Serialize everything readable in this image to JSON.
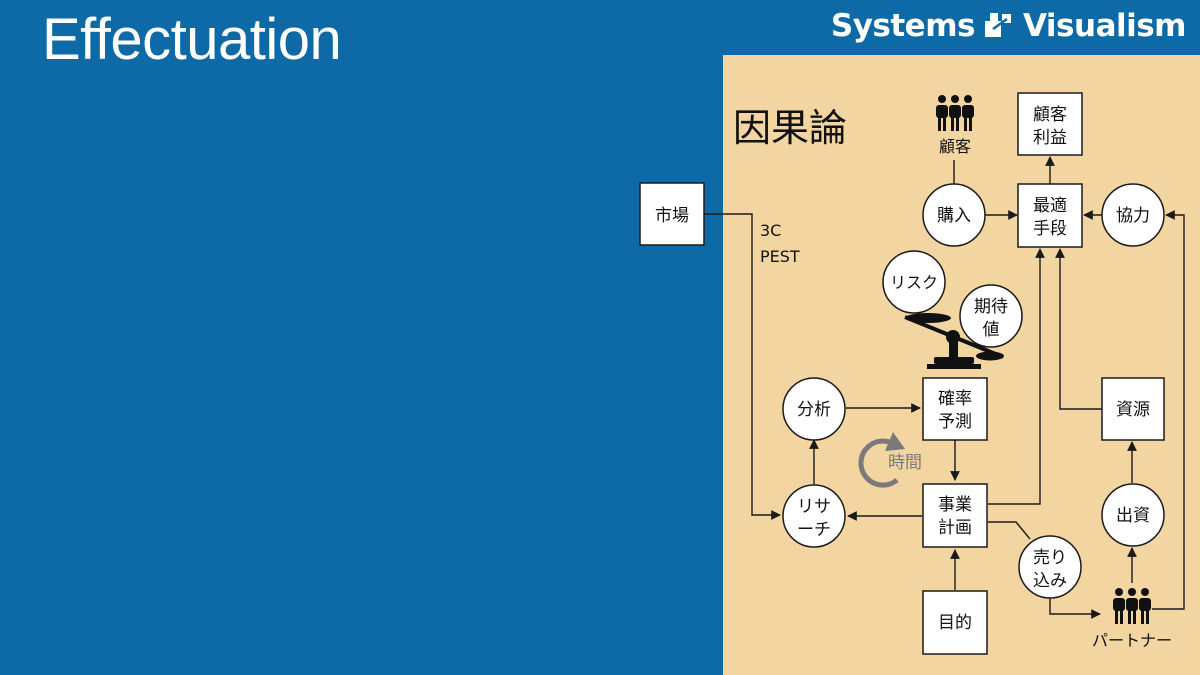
{
  "slide": {
    "title": "Effectuation",
    "brand_left": "Systems",
    "brand_right": "Visualism"
  },
  "colors": {
    "background": "#0e6aa7",
    "panel": "#f2d5a1",
    "time_arrow": "#7a7a7a"
  },
  "diagram": {
    "heading": "因果論",
    "market": "市場",
    "frameworks": [
      "3C",
      "PEST"
    ],
    "customer_icon_label": "顧客",
    "partner_icon_label": "パートナー",
    "time_label": "時間",
    "nodes": {
      "customer_profit": [
        "顧客",
        "利益"
      ],
      "purchase": [
        "購入"
      ],
      "optimal_means": [
        "最適",
        "手段"
      ],
      "cooperation": [
        "協力"
      ],
      "risk": [
        "リスク"
      ],
      "expected_value": [
        "期待",
        "値"
      ],
      "probability_forecast": [
        "確率",
        "予測"
      ],
      "analysis": [
        "分析"
      ],
      "resources": [
        "資源"
      ],
      "research": [
        "リサ",
        "ーチ"
      ],
      "business_plan": [
        "事業",
        "計画"
      ],
      "investment": [
        "出資"
      ],
      "sales_pitch": [
        "売り",
        "込み"
      ],
      "purpose": [
        "目的"
      ]
    }
  }
}
